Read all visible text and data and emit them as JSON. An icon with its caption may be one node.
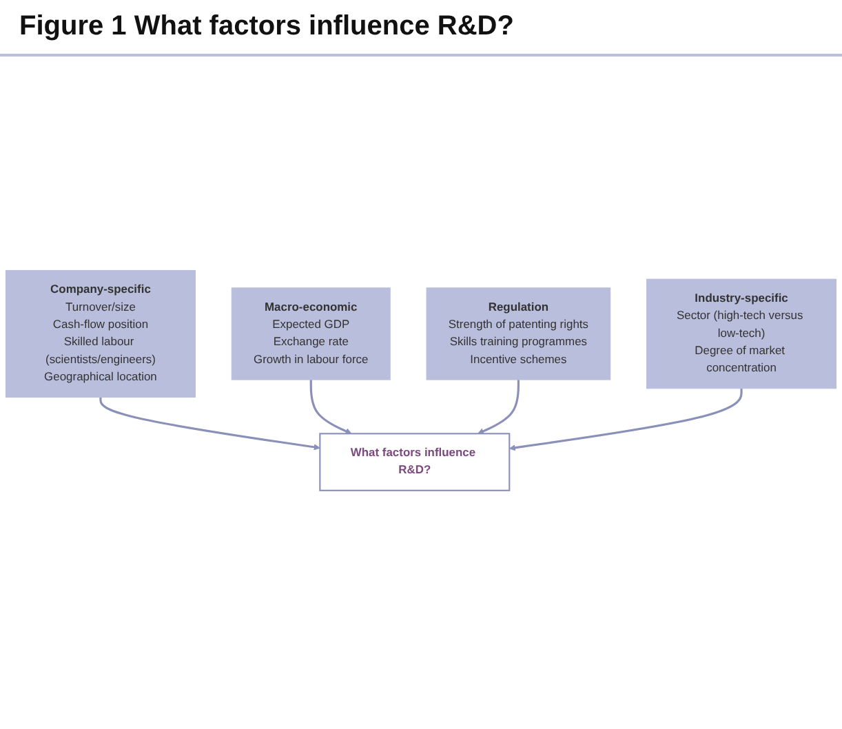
{
  "diagram": {
    "title": "Figure 1 What factors influence R&D?",
    "nodes": [
      {
        "text": [
          "Company-specific",
          "Turnover/size",
          "Cash-flow position",
          "Skilled labour (scientists/engineers)",
          "Geographical location"
        ]
      },
      {
        "text": [
          "Macro-economic",
          "Expected GDP",
          "Exchange rate",
          "Growth in labour force"
        ]
      },
      {
        "text": [
          "What factors influence R&D?"
        ]
      },
      {
        "text": [
          "Regulation",
          "Strength of patenting rights",
          "Skills training programmes",
          "Incentive schemes"
        ]
      },
      {
        "text": [
          "Industry-specific",
          "Sector (high-tech versus low-tech)",
          "Degree of market concentration"
        ]
      }
    ],
    "edges": [
      {
        "from": 0,
        "to": 2,
        "arrow": "to"
      },
      {
        "from": 1,
        "to": 2,
        "arrow": "to"
      },
      {
        "from": 3,
        "to": 2,
        "arrow": "to"
      },
      {
        "from": 4,
        "to": 2,
        "arrow": "to"
      }
    ]
  }
}
